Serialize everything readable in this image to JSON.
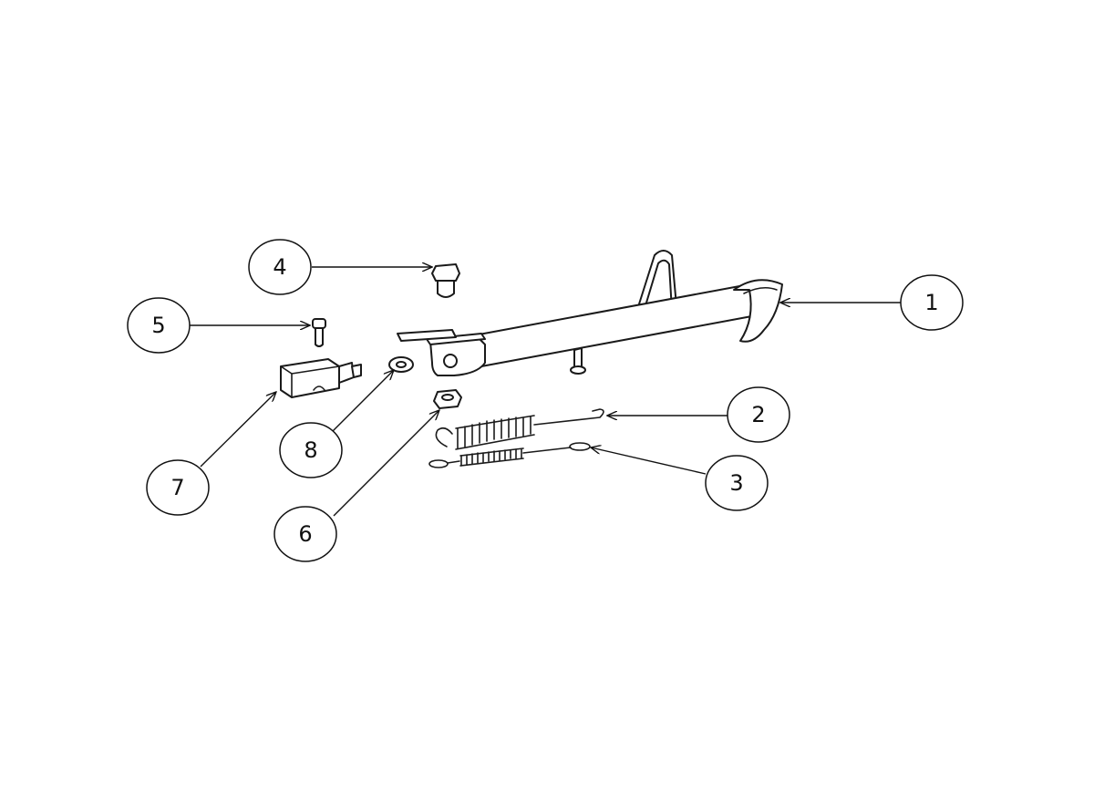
{
  "callouts": [
    {
      "number": "1",
      "part": "side-stand"
    },
    {
      "number": "2",
      "part": "spring-large"
    },
    {
      "number": "3",
      "part": "spring-small"
    },
    {
      "number": "4",
      "part": "pivot-bolt"
    },
    {
      "number": "5",
      "part": "screw"
    },
    {
      "number": "6",
      "part": "nut"
    },
    {
      "number": "7",
      "part": "switch"
    },
    {
      "number": "8",
      "part": "washer"
    }
  ]
}
